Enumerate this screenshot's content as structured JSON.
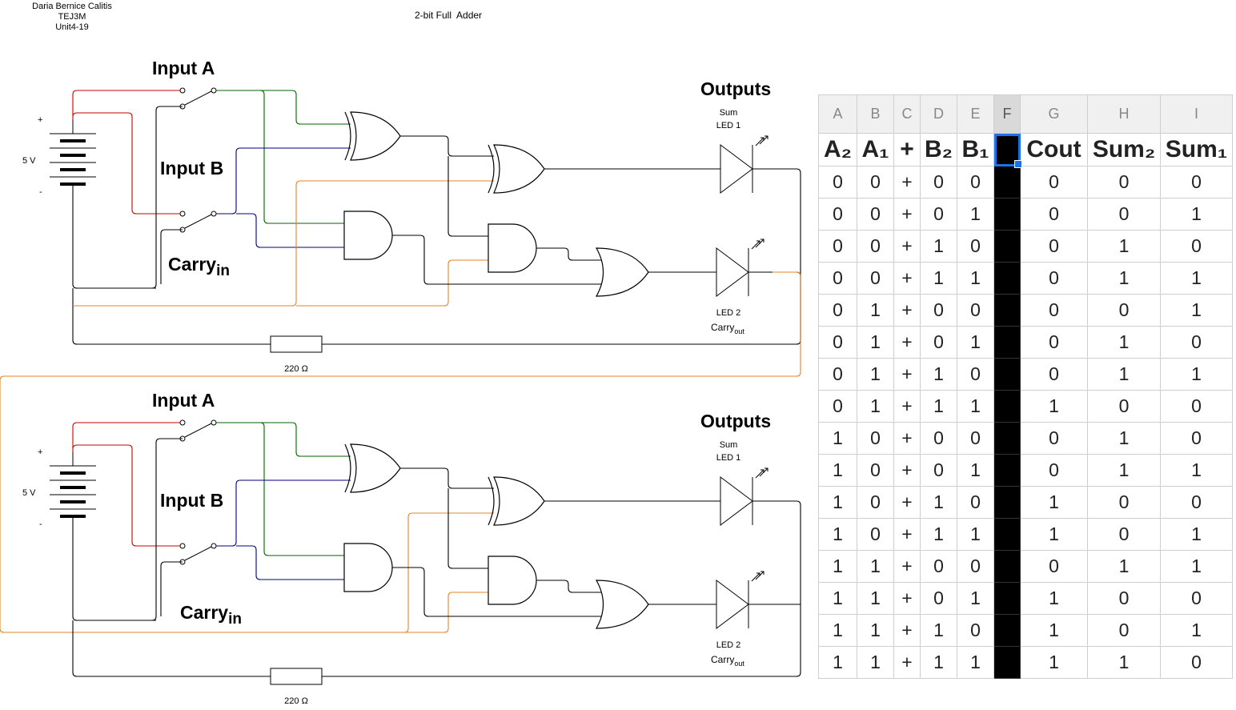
{
  "author": {
    "name": "Daria Bernice Calitis",
    "course": "TEJ3M",
    "unit": "Unit4-19"
  },
  "title": "2-bit Full  Adder",
  "circuit": {
    "input_a": "Input A",
    "input_b": "Input B",
    "carry_in_main": "Carry",
    "carry_in_sub": "in",
    "outputs": "Outputs",
    "sum": "Sum",
    "led1": "LED 1",
    "led2": "LED 2",
    "carry_out_main": "Carry",
    "carry_out_sub": "out",
    "voltage": "5 V",
    "plus": "+",
    "minus": "-",
    "resistor": "220 Ω"
  },
  "table": {
    "columns": [
      "A",
      "B",
      "C",
      "D",
      "E",
      "F",
      "G",
      "H",
      "I"
    ],
    "headers": [
      "A₂",
      "A₁",
      "+",
      "B₂",
      "B₁",
      "",
      "Cout",
      "Sum₂",
      "Sum₁"
    ],
    "rows": [
      [
        "0",
        "0",
        "+",
        "0",
        "0",
        "",
        "0",
        "0",
        "0"
      ],
      [
        "0",
        "0",
        "+",
        "0",
        "1",
        "",
        "0",
        "0",
        "1"
      ],
      [
        "0",
        "0",
        "+",
        "1",
        "0",
        "",
        "0",
        "1",
        "0"
      ],
      [
        "0",
        "0",
        "+",
        "1",
        "1",
        "",
        "0",
        "1",
        "1"
      ],
      [
        "0",
        "1",
        "+",
        "0",
        "0",
        "",
        "0",
        "0",
        "1"
      ],
      [
        "0",
        "1",
        "+",
        "0",
        "1",
        "",
        "0",
        "1",
        "0"
      ],
      [
        "0",
        "1",
        "+",
        "1",
        "0",
        "",
        "0",
        "1",
        "1"
      ],
      [
        "0",
        "1",
        "+",
        "1",
        "1",
        "",
        "1",
        "0",
        "0"
      ],
      [
        "1",
        "0",
        "+",
        "0",
        "0",
        "",
        "0",
        "1",
        "0"
      ],
      [
        "1",
        "0",
        "+",
        "0",
        "1",
        "",
        "0",
        "1",
        "1"
      ],
      [
        "1",
        "0",
        "+",
        "1",
        "0",
        "",
        "1",
        "0",
        "0"
      ],
      [
        "1",
        "0",
        "+",
        "1",
        "1",
        "",
        "1",
        "0",
        "1"
      ],
      [
        "1",
        "1",
        "+",
        "0",
        "0",
        "",
        "0",
        "1",
        "1"
      ],
      [
        "1",
        "1",
        "+",
        "0",
        "1",
        "",
        "1",
        "0",
        "0"
      ],
      [
        "1",
        "1",
        "+",
        "1",
        "0",
        "",
        "1",
        "0",
        "1"
      ],
      [
        "1",
        "1",
        "+",
        "1",
        "1",
        "",
        "1",
        "1",
        "0"
      ]
    ]
  }
}
